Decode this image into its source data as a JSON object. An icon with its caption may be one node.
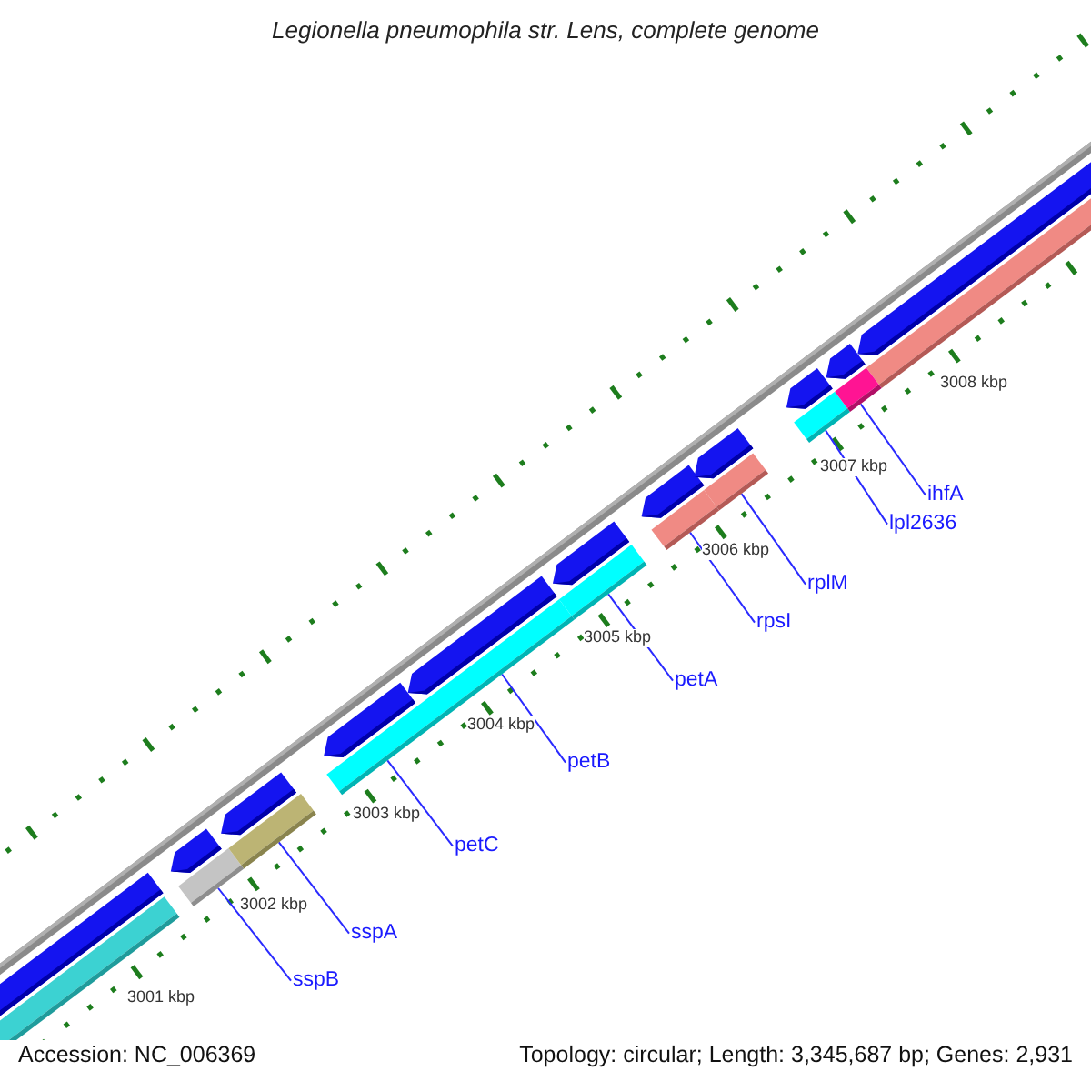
{
  "diagram": {
    "title": "Legionella pneumophila str. Lens, complete genome",
    "nodes": [
      {
        "text": [],
        "shape": "bar"
      },
      {
        "text": [],
        "shape": "bar"
      },
      {
        "text": [],
        "shape": "bar"
      },
      {
        "text": [],
        "shape": "bar"
      },
      {
        "text": [],
        "shape": "bar"
      },
      {
        "text": [],
        "shape": "bar"
      },
      {
        "text": [],
        "shape": "bar"
      },
      {
        "text": [],
        "shape": "bar"
      },
      {
        "text": [
          "sspB"
        ]
      },
      {
        "text": [
          "sspA"
        ]
      },
      {
        "text": [
          "petC"
        ]
      },
      {
        "text": [
          "petB"
        ]
      },
      {
        "text": [
          "petA"
        ]
      },
      {
        "text": [
          "rpsI"
        ]
      },
      {
        "text": [
          "rplM"
        ]
      },
      {
        "text": [
          "lpl2636"
        ]
      },
      {
        "text": [
          "ihfA"
        ]
      }
    ],
    "edges": [
      {
        "from": 8,
        "to": 0,
        "arrow": "none"
      },
      {
        "from": 9,
        "to": 1,
        "arrow": "none"
      },
      {
        "from": 10,
        "to": 2,
        "arrow": "none"
      },
      {
        "from": 11,
        "to": 2,
        "arrow": "none"
      },
      {
        "from": 12,
        "to": 3,
        "arrow": "none"
      },
      {
        "from": 13,
        "to": 4,
        "arrow": "none"
      },
      {
        "from": 14,
        "to": 5,
        "arrow": "none"
      },
      {
        "from": 15,
        "to": 6,
        "arrow": "none"
      },
      {
        "from": 16,
        "to": 7,
        "arrow": "none"
      }
    ],
    "labels": [
      "3008 kbp",
      "3007 kbp",
      "3006 kbp",
      "3005 kbp",
      "3004 kbp",
      "3003 kbp",
      "3002 kbp",
      "3001 kbp",
      "Accession: NC_006369",
      "Topology: circular; Length: 3,345,687 bp; Genes: 2,931"
    ]
  }
}
